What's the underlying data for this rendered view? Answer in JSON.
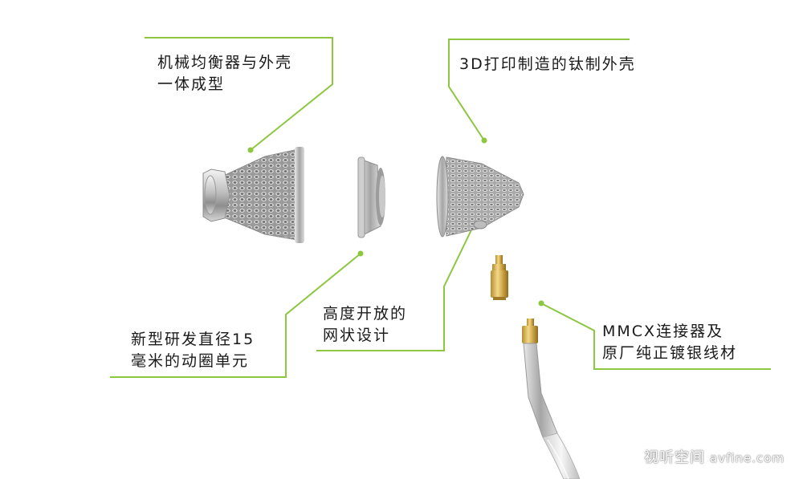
{
  "callouts": {
    "top_left": {
      "line1": "机械均衡器与外壳",
      "line2": "一体成型"
    },
    "top_right": {
      "line1": "3D打印制造的钛制外壳"
    },
    "bottom_left": {
      "line1": "新型研发直径15",
      "line2": "毫米的动圈单元"
    },
    "bottom_center": {
      "line1": "高度开放的",
      "line2": "网状设计"
    },
    "bottom_right": {
      "line1": "MMCX连接器及",
      "line2": "原厂纯正镀银线材"
    }
  },
  "watermark": {
    "brand": "视听空间",
    "site": "avfine.com"
  },
  "colors": {
    "leader_line": "#8dc63f",
    "text": "#1a1a1a",
    "metal": "#b8b8b8",
    "gold": "#d4b257"
  }
}
